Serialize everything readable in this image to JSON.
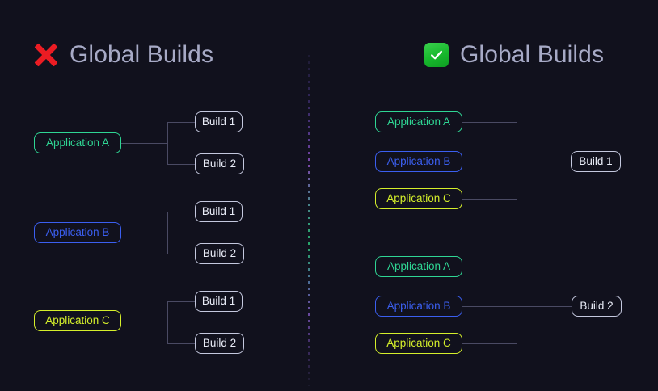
{
  "panels": [
    {
      "id": "bad",
      "icon": "cross-mark-icon",
      "title": "Global Builds",
      "status": "bad",
      "groups": [
        {
          "app": "Application A",
          "app_color": "#2fd694",
          "builds": [
            "Build 1",
            "Build 2"
          ]
        },
        {
          "app": "Application B",
          "app_color": "#3b5ff0",
          "builds": [
            "Build 1",
            "Build 2"
          ]
        },
        {
          "app": "Application C",
          "app_color": "#d5ef2b",
          "builds": [
            "Build 1",
            "Build 2"
          ]
        }
      ]
    },
    {
      "id": "good",
      "icon": "check-mark-button-icon",
      "title": "Global Builds",
      "status": "good",
      "groups": [
        {
          "apps": [
            "Application A",
            "Application B",
            "Application C"
          ],
          "build": "Build 1"
        },
        {
          "apps": [
            "Application A",
            "Application B",
            "Application C"
          ],
          "build": "Build 2"
        }
      ]
    }
  ],
  "colors": {
    "background": "#11111d",
    "heading_text": "#a7aac6",
    "wire": "#4a4a63",
    "app_a": "#2fd694",
    "app_b": "#3b5ff0",
    "app_c": "#d5ef2b",
    "build_border": "#c4c8de",
    "build_text": "#e9ecf7",
    "cross_red": "#ec1c23",
    "check_green": "#17b82c"
  },
  "divider": {
    "name": "dotted-vertical-divider",
    "style": "dotted"
  }
}
